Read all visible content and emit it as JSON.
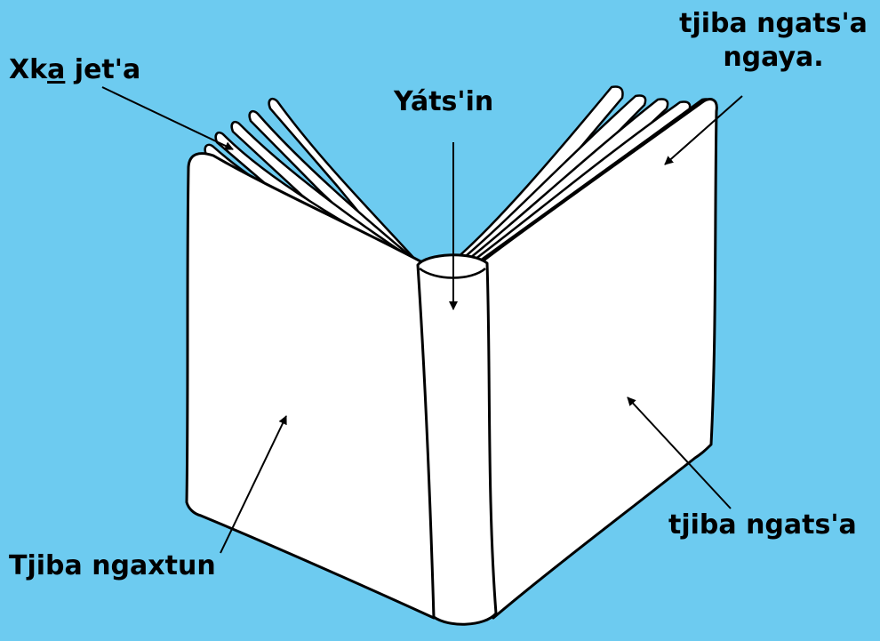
{
  "labels": {
    "pages_prefix": "Xk",
    "pages_underlined": "a",
    "pages_suffix": " jet'a",
    "spine": "Yáts'in",
    "back_cover_line1": "tjiba ngats'a",
    "back_cover_line2": "ngaya.",
    "front_cover": "Tjiba ngaxtun",
    "inner_page": "tjiba ngats'a"
  },
  "colors": {
    "background": "#6dcbf0",
    "book_fill": "#ffffff",
    "outline": "#000000"
  }
}
